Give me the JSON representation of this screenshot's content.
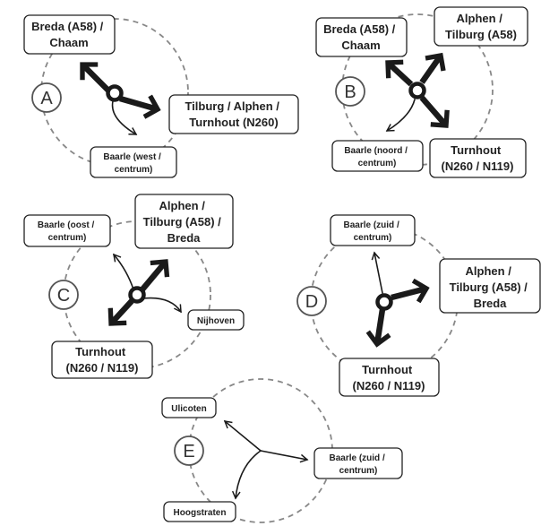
{
  "junctions": [
    {
      "id": "A",
      "destinations": [
        {
          "id": "breda",
          "lines": [
            "Breda (A58) /",
            "Chaam"
          ]
        },
        {
          "id": "tilburg",
          "lines": [
            "Tilburg / Alphen /",
            "Turnhout (N260)"
          ]
        },
        {
          "id": "baarle",
          "lines": [
            "Baarle (west /",
            "centrum)"
          ]
        }
      ]
    },
    {
      "id": "B",
      "destinations": [
        {
          "id": "breda",
          "lines": [
            "Breda (A58) /",
            "Chaam"
          ]
        },
        {
          "id": "alphen",
          "lines": [
            "Alphen /",
            "Tilburg (A58)"
          ]
        },
        {
          "id": "baarle",
          "lines": [
            "Baarle (noord /",
            "centrum)"
          ]
        },
        {
          "id": "turnhout",
          "lines": [
            "Turnhout",
            "(N260 / N119)"
          ]
        }
      ]
    },
    {
      "id": "C",
      "destinations": [
        {
          "id": "baarle",
          "lines": [
            "Baarle (oost /",
            "centrum)"
          ]
        },
        {
          "id": "alphen",
          "lines": [
            "Alphen /",
            "Tilburg (A58) /",
            "Breda"
          ]
        },
        {
          "id": "nijhoven",
          "lines": [
            "Nijhoven"
          ]
        },
        {
          "id": "turnhout",
          "lines": [
            "Turnhout",
            "(N260 / N119)"
          ]
        }
      ]
    },
    {
      "id": "D",
      "destinations": [
        {
          "id": "baarle",
          "lines": [
            "Baarle (zuid /",
            "centrum)"
          ]
        },
        {
          "id": "alphen",
          "lines": [
            "Alphen /",
            "Tilburg (A58) /",
            "Breda"
          ]
        },
        {
          "id": "turnhout",
          "lines": [
            "Turnhout",
            "(N260 / N119)"
          ]
        }
      ]
    },
    {
      "id": "E",
      "destinations": [
        {
          "id": "ulicoten",
          "lines": [
            "Ulicoten"
          ]
        },
        {
          "id": "baarle",
          "lines": [
            "Baarle (zuid /",
            "centrum)"
          ]
        },
        {
          "id": "hoogstraten",
          "lines": [
            "Hoogstraten"
          ]
        }
      ]
    }
  ]
}
